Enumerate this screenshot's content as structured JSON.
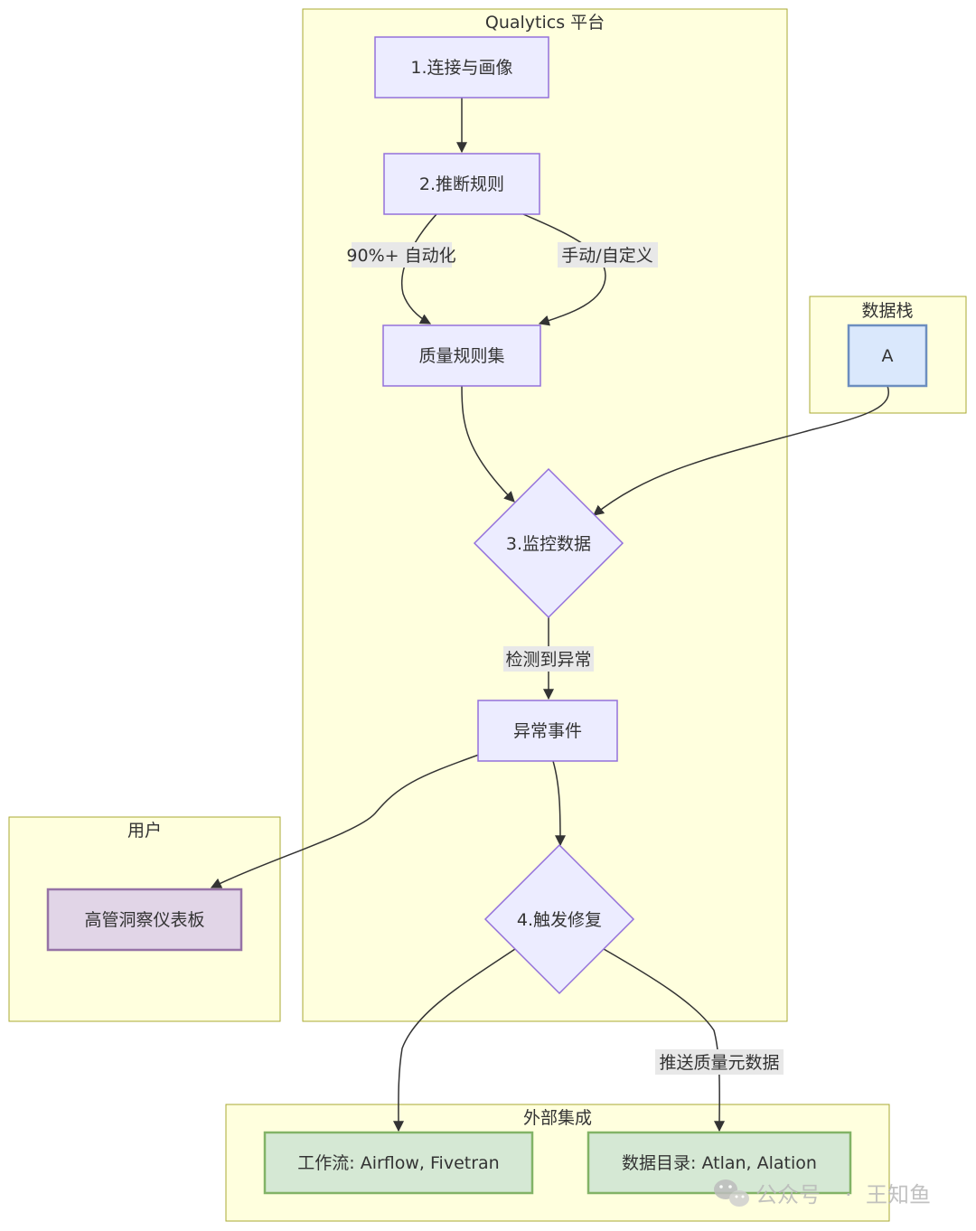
{
  "clusters": {
    "platform": "Qualytics 平台",
    "data_stack": "数据栈",
    "user": "用户",
    "external": "外部集成"
  },
  "nodes": {
    "connect": "1.连接与画像",
    "infer": "2.推断规则",
    "ruleset": "质量规则集",
    "monitor": "3.监控数据",
    "anomaly": "异常事件",
    "remediate": "4.触发修复",
    "source_a": "A",
    "dashboard": "高管洞察仪表板",
    "workflow": "工作流: Airflow, Fivetran",
    "catalog": "数据目录: Atlan, Alation"
  },
  "edge_labels": {
    "auto": "90%+ 自动化",
    "manual": "手动/自定义",
    "detected": "检测到异常",
    "push_meta": "推送质量元数据"
  },
  "watermark": {
    "account": "公众号",
    "separator": "·",
    "name": "王知鱼"
  },
  "colors": {
    "process_fill": "#ececff",
    "process_stroke": "#9370db",
    "source_fill": "#dae8fc",
    "source_stroke": "#6c8ebf",
    "dashboard_fill": "#e1d5e7",
    "dashboard_stroke": "#9673a6",
    "integration_fill": "#d5e8d4",
    "integration_stroke": "#82b366",
    "cluster_fill": "#ffffde",
    "cluster_stroke": "#aaaa33"
  }
}
